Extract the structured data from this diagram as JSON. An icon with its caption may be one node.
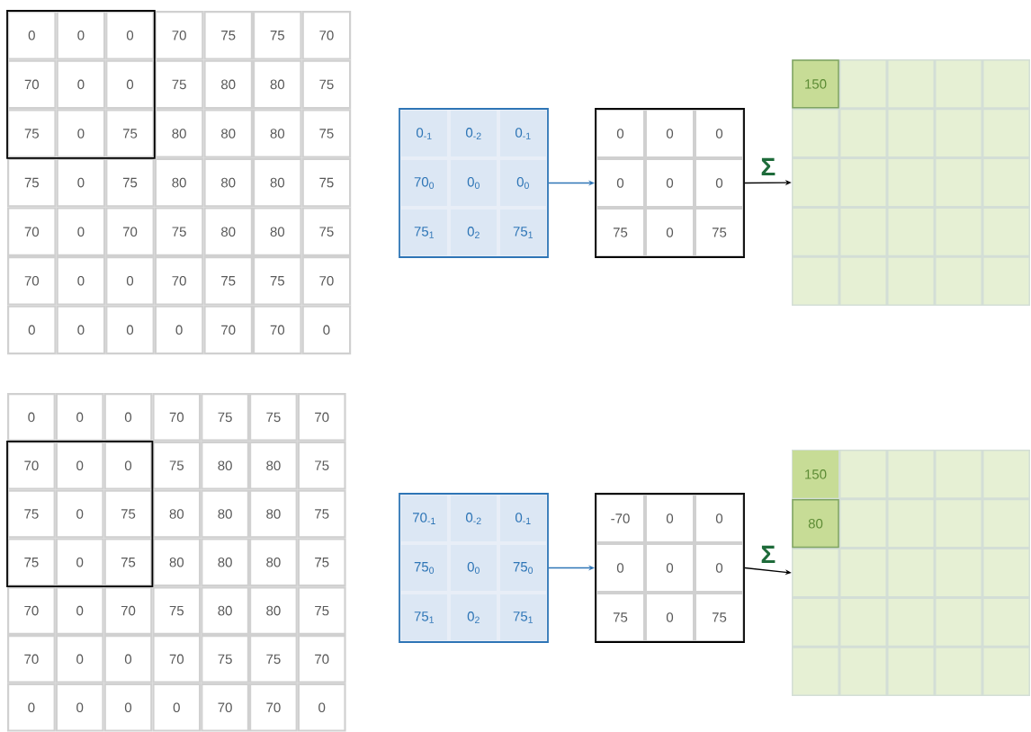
{
  "diagram": {
    "nodes": [
      {
        "text": [],
        "shape": "box"
      },
      {
        "text": [
          "0$_{-1}$",
          "0$_{-2}$",
          "0$_{-1}$",
          "70$_{0}$",
          "0$_{0}$",
          "0$_{0}$",
          "75$_{1}$",
          "0$_{2}$",
          "75$_{1}$"
        ]
      },
      {
        "text": [
          "0",
          "0",
          "0",
          "0",
          "0",
          "0",
          "75",
          "0",
          "75"
        ]
      },
      {
        "text": [
          "150"
        ]
      },
      {
        "text": [],
        "shape": "box"
      },
      {
        "text": [
          "70$_{-1}$",
          "0$_{-2}$",
          "0$_{-1}$",
          "75$_{0}$",
          "0$_{0}$",
          "75$_{0}$",
          "75$_{1}$",
          "0$_{2}$",
          "75$_{1}$"
        ]
      },
      {
        "text": [
          "-70",
          "0",
          "0",
          "0",
          "0",
          "0",
          "75",
          "0",
          "75"
        ]
      },
      {
        "text": [
          "150",
          "80"
        ]
      }
    ],
    "edges": [
      {
        "from": 1,
        "to": 2,
        "arrow": "to",
        "color": "#2e75b6"
      },
      {
        "from": 2,
        "to": 3,
        "arrow": "to",
        "label": "Σ",
        "color": "#000000"
      },
      {
        "from": 5,
        "to": 6,
        "arrow": "to",
        "color": "#2e75b6"
      },
      {
        "from": 6,
        "to": 7,
        "arrow": "to",
        "label": "Σ",
        "color": "#000000"
      }
    ],
    "labels": [
      "0",
      "0",
      "0",
      "70",
      "75",
      "75",
      "70",
      "70",
      "0",
      "0",
      "75",
      "80",
      "80",
      "75",
      "75",
      "0",
      "75",
      "80",
      "80",
      "80",
      "75",
      "75",
      "0",
      "75",
      "80",
      "80",
      "80",
      "75",
      "70",
      "0",
      "70",
      "75",
      "80",
      "80",
      "75",
      "70",
      "0",
      "0",
      "70",
      "75",
      "75",
      "70",
      "0",
      "0",
      "0",
      "0",
      "70",
      "70",
      "0",
      "0",
      "0",
      "0",
      "70",
      "75",
      "75",
      "70",
      "70",
      "0",
      "0",
      "75",
      "80",
      "80",
      "75",
      "75",
      "0",
      "75",
      "80",
      "80",
      "80",
      "75",
      "75",
      "0",
      "75",
      "80",
      "80",
      "80",
      "75",
      "70",
      "0",
      "70",
      "75",
      "80",
      "80",
      "75",
      "70",
      "0",
      "0",
      "70",
      "75",
      "75",
      "70",
      "0",
      "0",
      "0",
      "0",
      "70",
      "70",
      "0"
    ]
  }
}
